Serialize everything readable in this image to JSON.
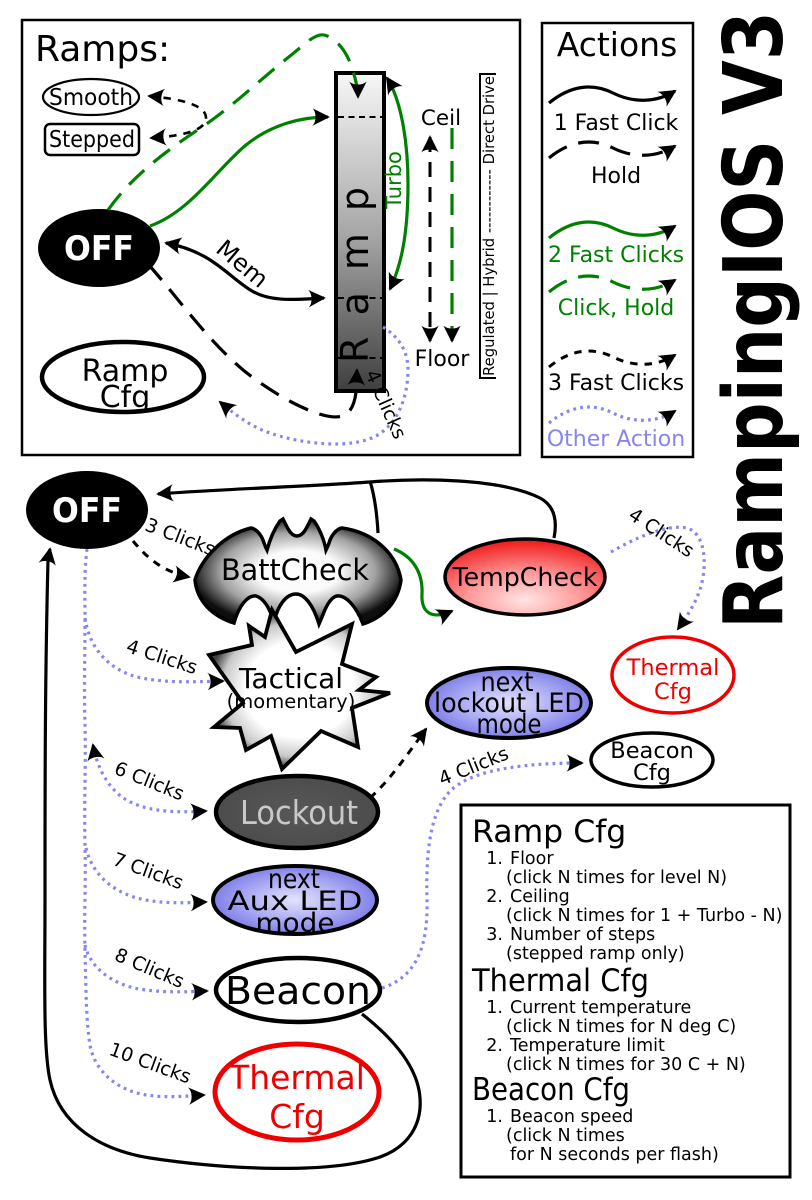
{
  "title": "RampingIOS V3",
  "colors": {
    "green": "#008000",
    "blue": "#8686ec",
    "red": "#ee0000",
    "black": "#000000"
  },
  "ramps_panel": {
    "title": "Ramps:",
    "smooth": "Smooth",
    "stepped": "Stepped",
    "off": "OFF",
    "bar_label": "Ramp",
    "ceil": "Ceil",
    "floor": "Floor",
    "turbo": "Turbo",
    "mem": "Mem",
    "four_clicks": "4 Clicks",
    "ramp_cfg": {
      "line1": "Ramp",
      "line2": "Cfg"
    },
    "drive_scale": "Regulated | Hybrid ------------ Direct Drive"
  },
  "actions_panel": {
    "title": "Actions",
    "items": [
      {
        "label": "1 Fast Click",
        "style": "solid",
        "color": "black"
      },
      {
        "label": "Hold",
        "style": "long-dash",
        "color": "black"
      },
      {
        "label": "2 Fast Clicks",
        "style": "solid",
        "color": "green"
      },
      {
        "label": "Click, Hold",
        "style": "long-dash",
        "color": "green"
      },
      {
        "label": "3 Fast Clicks",
        "style": "short-dash",
        "color": "black"
      },
      {
        "label": "Other Action",
        "style": "dotted",
        "color": "blue"
      }
    ]
  },
  "diagram": {
    "off": "OFF",
    "battcheck": "BattCheck",
    "tempcheck": "TempCheck",
    "thermal_cfg_right": {
      "line1": "Thermal",
      "line2": "Cfg"
    },
    "tactical": {
      "line1": "Tactical",
      "line2": "(momentary)"
    },
    "lockout_led": {
      "line1": "next",
      "line2": "lockout LED",
      "line3": "mode"
    },
    "beacon_cfg": {
      "line1": "Beacon",
      "line2": "Cfg"
    },
    "lockout": "Lockout",
    "aux_led": {
      "line1": "next",
      "line2": "Aux LED",
      "line3": "mode"
    },
    "beacon": "Beacon",
    "thermal_cfg_bottom": {
      "line1": "Thermal",
      "line2": "Cfg"
    },
    "edge_labels": {
      "to_battcheck": "3 Clicks",
      "to_tactical": "4 Clicks",
      "to_lockout": "6 Clicks",
      "to_aux_led": "7 Clicks",
      "to_beacon": "8 Clicks",
      "to_thermal": "10 Clicks",
      "to_thermal_cfg": "4 Clicks",
      "to_beacon_cfg": "4 Clicks"
    }
  },
  "config_box": {
    "sections": [
      {
        "heading": "Ramp Cfg",
        "items": [
          {
            "num": "1.",
            "text": "Floor",
            "notes": [
              "(click N times for level N)"
            ]
          },
          {
            "num": "2.",
            "text": "Ceiling",
            "notes": [
              "(click N times for 1 + Turbo - N)"
            ]
          },
          {
            "num": "3.",
            "text": "Number of steps",
            "notes": [
              "(stepped ramp only)"
            ]
          }
        ]
      },
      {
        "heading": "Thermal Cfg",
        "items": [
          {
            "num": "1.",
            "text": "Current temperature",
            "notes": [
              "(click N times for N deg C)"
            ]
          },
          {
            "num": "2.",
            "text": "Temperature limit",
            "notes": [
              "(click N times for 30 C + N)"
            ]
          }
        ]
      },
      {
        "heading": "Beacon Cfg",
        "items": [
          {
            "num": "1.",
            "text": "Beacon speed",
            "notes": [
              "(click N times",
              " for N seconds per flash)"
            ]
          }
        ]
      }
    ]
  }
}
